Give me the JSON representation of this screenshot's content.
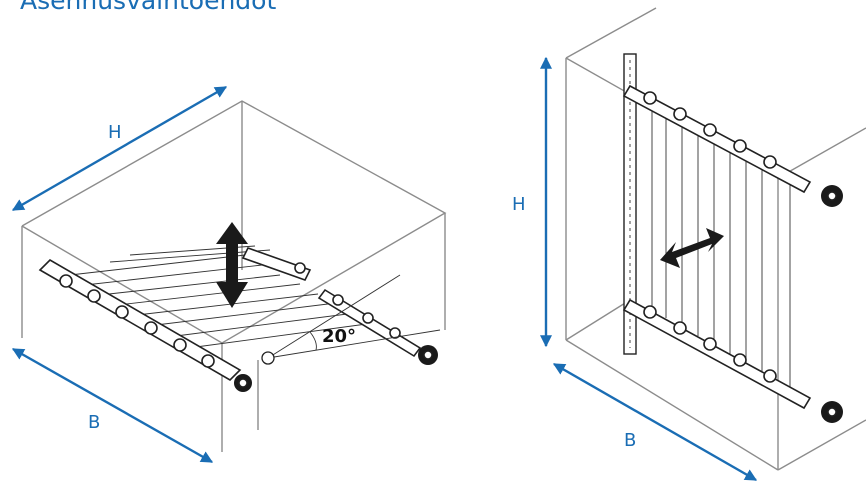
{
  "title": "Asennusvaihtoehdot",
  "left_diagram": {
    "height_label": "H",
    "width_label": "B",
    "angle_label": "20°"
  },
  "right_diagram": {
    "height_label": "H",
    "width_label": "B"
  },
  "colors": {
    "accent": "#1a6db4",
    "outline": "#8c8c8c",
    "ink": "#1a1a1a"
  }
}
